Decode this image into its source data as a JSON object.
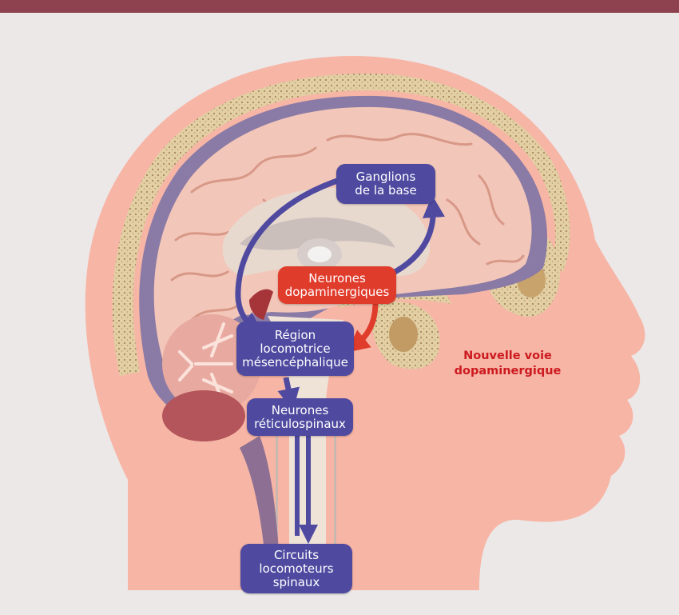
{
  "boxes": {
    "ganglions": "Ganglions\nde la base",
    "neurones_dopa": "Neurones\ndopaminergiques",
    "region": "Région\nlocomotrice\nmésencéphalique",
    "reticulo": "Neurones\nréticulospinaux",
    "circuits": "Circuits\nlocomoteurs\nspinaux"
  },
  "annotation": "Nouvelle voie\ndopaminergique",
  "colors": {
    "pathway_box": "#4f4aa0",
    "dopaminergic_box": "#e03c2c",
    "new_pathway_arrow": "#e03c2c",
    "pathway_arrow": "#4f4aa0",
    "annotation_text": "#cc1a1f",
    "header_bar": "#8e4250",
    "skin": "#f7b5a6",
    "brain": "#f2c6b8"
  }
}
